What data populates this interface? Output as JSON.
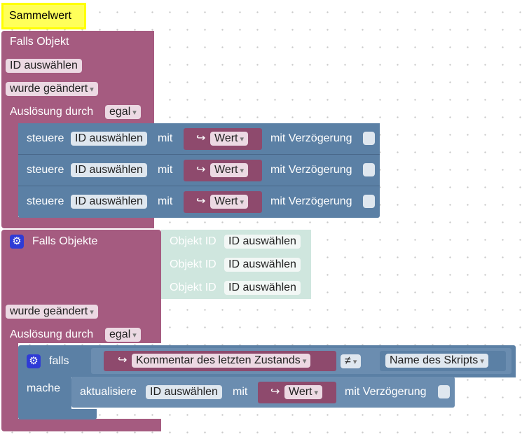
{
  "title_comment": "Sammelwert",
  "block1": {
    "header": "Falls Objekt",
    "id_field": "ID auswählen",
    "trigger_dropdown": "wurde geändert",
    "trigger_by_label": "Auslösung durch",
    "trigger_by_value": "egal",
    "steuere_rows": [
      {
        "label": "steuere",
        "id": "ID auswählen",
        "with": "mit",
        "arrow": "↪",
        "value": "Wert",
        "delay": "mit Verzögerung"
      },
      {
        "label": "steuere",
        "id": "ID auswählen",
        "with": "mit",
        "arrow": "↪",
        "value": "Wert",
        "delay": "mit Verzögerung"
      },
      {
        "label": "steuere",
        "id": "ID auswählen",
        "with": "mit",
        "arrow": "↪",
        "value": "Wert",
        "delay": "mit Verzögerung"
      }
    ]
  },
  "block2": {
    "header": "Falls Objekte",
    "gear_icon": "⚙",
    "objekt_rows": [
      {
        "label": "Objekt ID",
        "id": "ID auswählen"
      },
      {
        "label": "Objekt ID",
        "id": "ID auswählen"
      },
      {
        "label": "Objekt ID",
        "id": "ID auswählen"
      }
    ],
    "trigger_dropdown": "wurde geändert",
    "trigger_by_label": "Auslösung durch",
    "trigger_by_value": "egal",
    "if_block": {
      "falls": "falls",
      "mache": "mache",
      "arrow": "↪",
      "left_value": "Kommentar des letzten Zustands",
      "operator": "≠",
      "right_value": "Name des Skripts",
      "action_label": "aktualisiere",
      "action_id": "ID auswählen",
      "action_with": "mit",
      "action_arrow": "↪",
      "action_value": "Wert",
      "action_delay": "mit Verzögerung"
    }
  }
}
